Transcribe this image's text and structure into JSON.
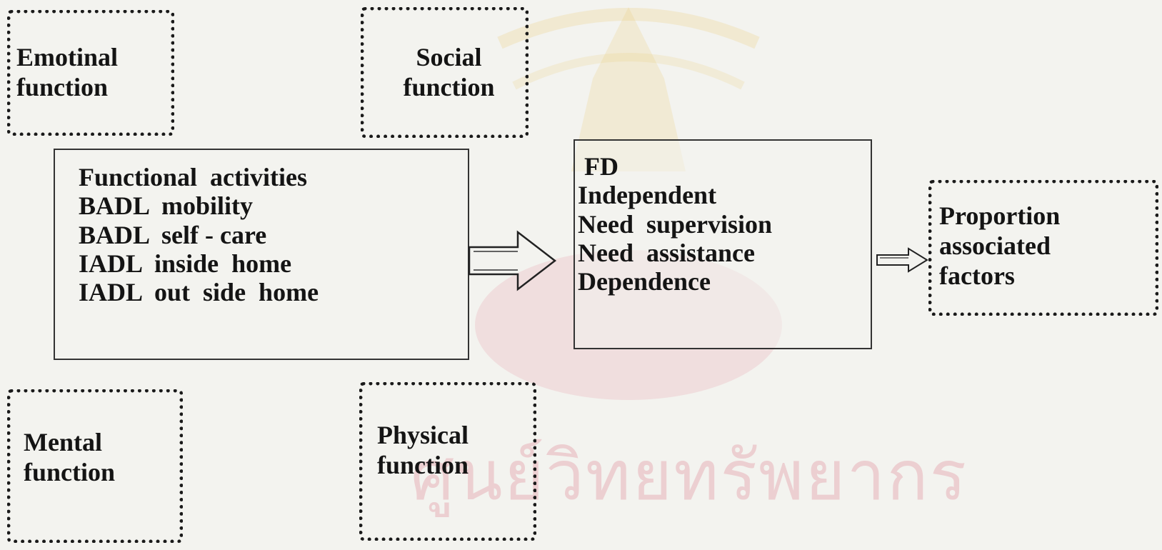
{
  "boxes": {
    "emotional": {
      "lines": [
        "Emotinal",
        "function"
      ]
    },
    "social": {
      "lines": [
        "Social",
        "function"
      ]
    },
    "mental": {
      "lines": [
        "Mental",
        "function"
      ]
    },
    "physical": {
      "lines": [
        "Physical",
        "function"
      ]
    },
    "activities": {
      "lines": [
        "Functional  activities",
        "BADL  mobility",
        "BADL  self - care",
        "IADL  inside  home",
        "IADL  out  side  home"
      ]
    },
    "fd": {
      "lines": [
        " FD",
        "Independent",
        "Need  supervision",
        "Need  assistance",
        "Dependence"
      ]
    },
    "proportion": {
      "lines": [
        "Proportion",
        "associated",
        "factors"
      ]
    }
  },
  "watermark": {
    "text": "ศูนย์วิทยทรัพยากร"
  }
}
